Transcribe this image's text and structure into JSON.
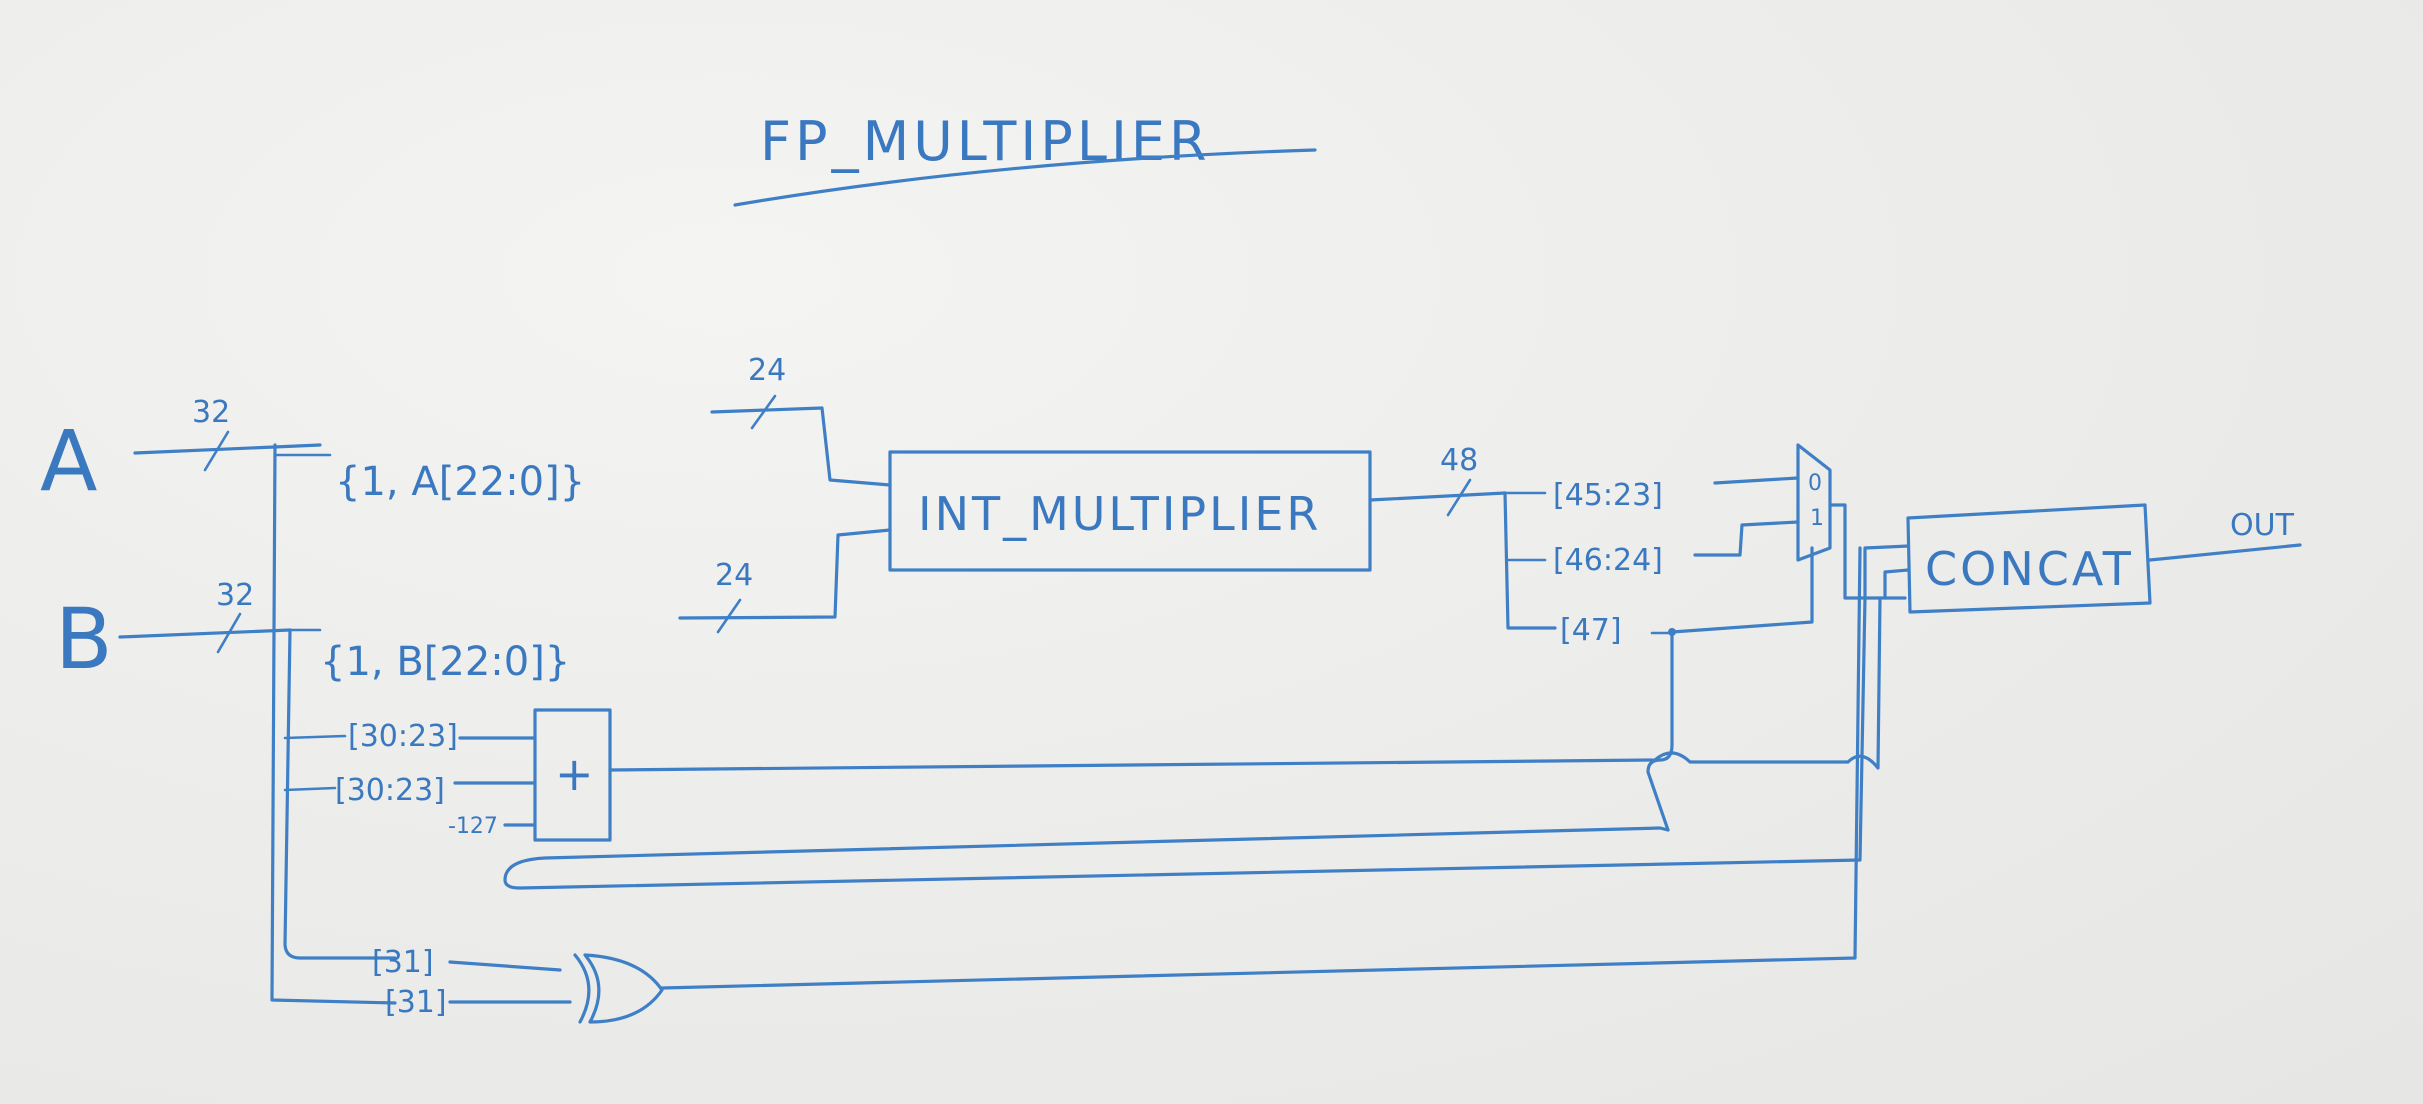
{
  "title": "FP_MULTIPLIER",
  "inputs": {
    "a": "A",
    "b": "B"
  },
  "bus_widths": {
    "a_in": "32",
    "b_in": "32",
    "a_mant": "24",
    "b_mant": "24",
    "product": "48"
  },
  "mantissa_concat": {
    "a": "{1, A[22:0]}",
    "b": "{1, B[22:0]}"
  },
  "blocks": {
    "int_multiplier": "INT_MULTIPLIER",
    "adder": "+",
    "concat": "CONCAT"
  },
  "slices": {
    "exp_a": "[30:23]",
    "exp_b": "[30:23]",
    "bias": "-127",
    "prod_low": "[45:23]",
    "prod_high": "[46:24]",
    "prod_msb": "[47]",
    "sign_a": "[31]",
    "sign_b": "[31]"
  },
  "mux": {
    "sel0": "0",
    "sel1": "1"
  },
  "output": "OUT",
  "colors": {
    "ink": "#3f7fc6",
    "board": "#eeeeec"
  }
}
